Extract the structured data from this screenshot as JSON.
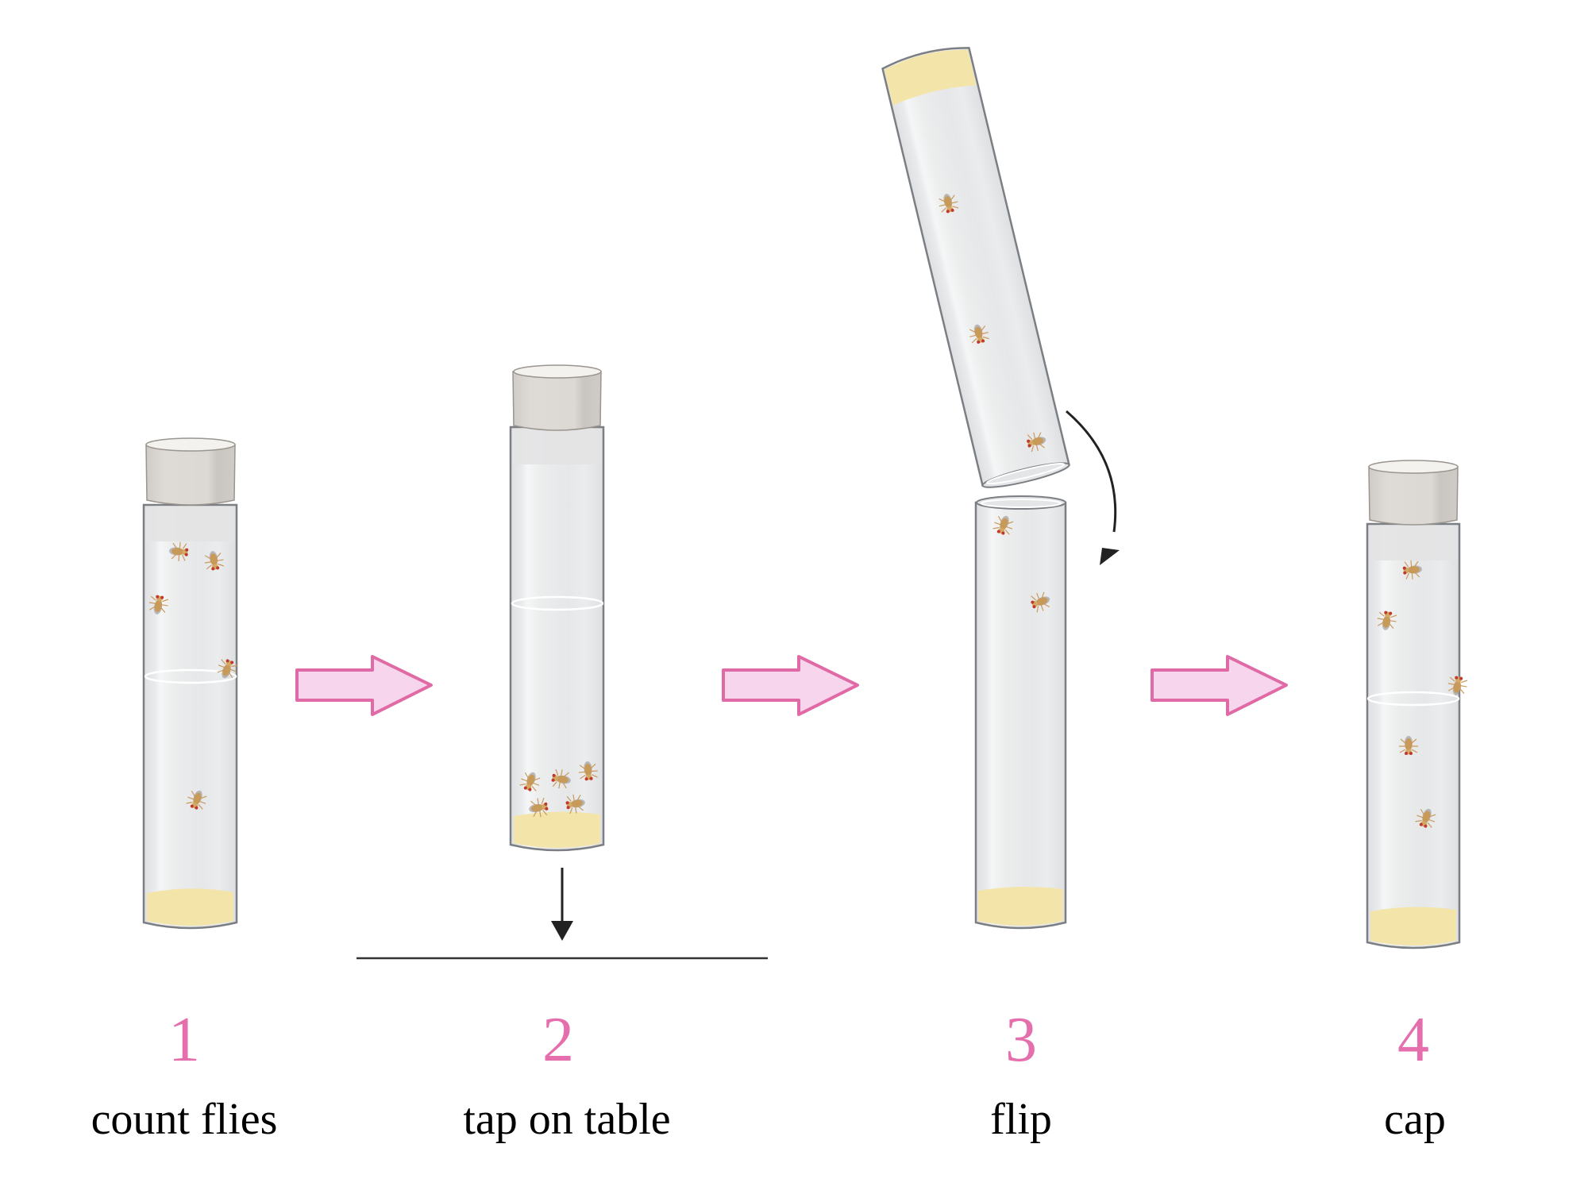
{
  "colors": {
    "step_number": "#e56fac",
    "arrow_fill": "#f7d5ec",
    "arrow_stroke": "#e06aa6",
    "tube_glass": "#e8e9eb",
    "tube_outline": "#7b7f83",
    "cap": "#d8d5d1",
    "food": "#f3e5a9",
    "label": "#000000"
  },
  "steps": [
    {
      "number": "1",
      "label": "count flies"
    },
    {
      "number": "2",
      "label": "tap on table"
    },
    {
      "number": "3",
      "label": "flip"
    },
    {
      "number": "4",
      "label": "cap"
    }
  ],
  "icons": {
    "step_arrow": "pink-right-arrow-icon",
    "tap_arrow": "down-arrow-icon",
    "flip_arrow": "curved-arrow-icon",
    "fly": "fruit-fly-icon",
    "vial": "fly-vial-icon"
  }
}
